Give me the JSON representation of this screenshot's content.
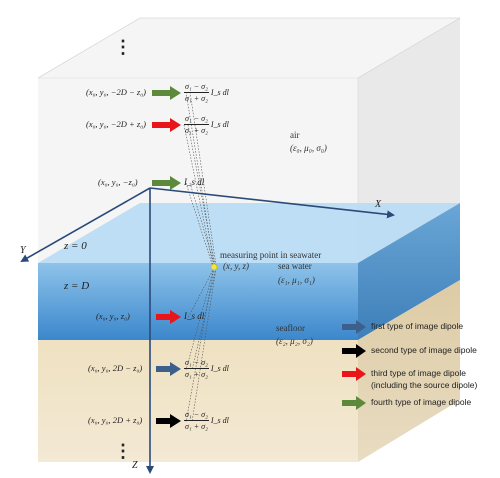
{
  "axes": {
    "x": "X",
    "y": "Y",
    "z": "Z"
  },
  "planes": {
    "top": "z = 0",
    "bottom": "z = D"
  },
  "regions": {
    "air": {
      "name": "air",
      "params": "(ε₀, μ₀, σ₀)"
    },
    "sea": {
      "name": "sea water",
      "params": "(ε₁, μ₁, σ₁)"
    },
    "seafloor": {
      "name": "seafloor",
      "params": "(ε₂, μ₂, σ₂)"
    }
  },
  "measuring_point": {
    "label": "measuring point in seawater",
    "coords": "(x, y, z)"
  },
  "dipoles": [
    {
      "coord": "(x₀, y₀, −2D − z₀)",
      "numerator": "σ₁ − σ₂",
      "denominator": "σ₁ + σ₂",
      "suffix": "I_s dl",
      "type": "fourth"
    },
    {
      "coord": "(x₀, y₀, −2D + z₀)",
      "numerator": "σ₁ − σ₂",
      "denominator": "σ₁ + σ₂",
      "suffix": "I_s dl",
      "type": "third"
    },
    {
      "coord": "(x₀, y₀, −z₀)",
      "label": "I_s dl",
      "type": "fourth"
    },
    {
      "coord": "(x₀, y₀, z₀)",
      "label": "I_s dl",
      "type": "third"
    },
    {
      "coord": "(x₀, y₀, 2D − z₀)",
      "numerator": "σ₁ − σ₂",
      "denominator": "σ₁ + σ₂",
      "suffix": "I_s dl",
      "type": "first"
    },
    {
      "coord": "(x₀, y₀, 2D + z₀)",
      "numerator": "σ₁ − σ₂",
      "denominator": "σ₁ + σ₂",
      "suffix": "I_s dl",
      "type": "second"
    }
  ],
  "legend": [
    {
      "label": "first type of image dipole",
      "color": "#3c5f8c"
    },
    {
      "label": "second type of image dipole",
      "color": "#000000"
    },
    {
      "label": "third type of image dipole",
      "sublabel": "(including the source dipole)",
      "color": "#e8161b"
    },
    {
      "label": "fourth type of image dipole",
      "color": "#5c8a3a"
    }
  ],
  "ellipsis": "⋮"
}
